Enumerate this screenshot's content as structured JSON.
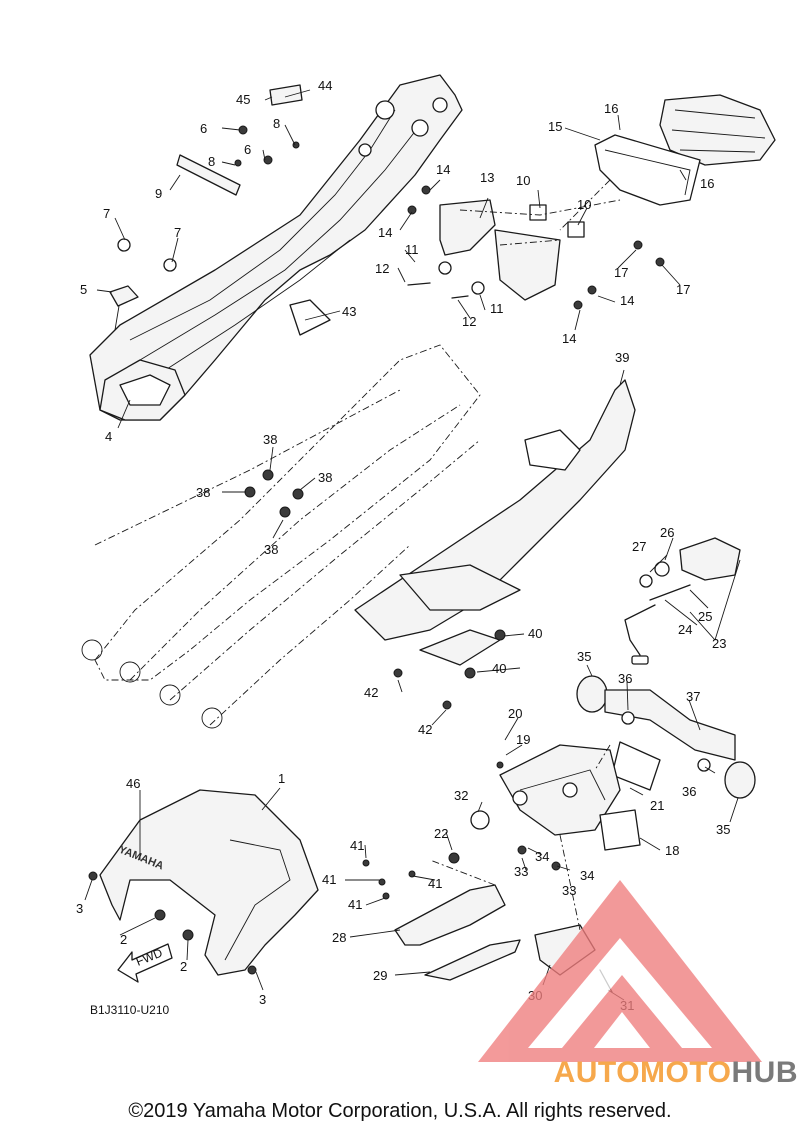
{
  "diagram": {
    "code": "B1J3110-U210",
    "emblem_text": "YAMAHA",
    "fwd_label": "FWD",
    "callouts": [
      {
        "id": "c1",
        "text": "1"
      },
      {
        "id": "c2a",
        "text": "2"
      },
      {
        "id": "c2b",
        "text": "2"
      },
      {
        "id": "c3a",
        "text": "3"
      },
      {
        "id": "c3b",
        "text": "3"
      },
      {
        "id": "c4",
        "text": "4"
      },
      {
        "id": "c5",
        "text": "5"
      },
      {
        "id": "c6a",
        "text": "6"
      },
      {
        "id": "c6b",
        "text": "6"
      },
      {
        "id": "c7a",
        "text": "7"
      },
      {
        "id": "c7b",
        "text": "7"
      },
      {
        "id": "c8a",
        "text": "8"
      },
      {
        "id": "c8b",
        "text": "8"
      },
      {
        "id": "c9",
        "text": "9"
      },
      {
        "id": "c10a",
        "text": "10"
      },
      {
        "id": "c10b",
        "text": "10"
      },
      {
        "id": "c11a",
        "text": "11"
      },
      {
        "id": "c11b",
        "text": "11"
      },
      {
        "id": "c12a",
        "text": "12"
      },
      {
        "id": "c12b",
        "text": "12"
      },
      {
        "id": "c13",
        "text": "13"
      },
      {
        "id": "c14a",
        "text": "14"
      },
      {
        "id": "c14b",
        "text": "14"
      },
      {
        "id": "c14c",
        "text": "14"
      },
      {
        "id": "c14d",
        "text": "14"
      },
      {
        "id": "c15",
        "text": "15"
      },
      {
        "id": "c16a",
        "text": "16"
      },
      {
        "id": "c16b",
        "text": "16"
      },
      {
        "id": "c17a",
        "text": "17"
      },
      {
        "id": "c17b",
        "text": "17"
      },
      {
        "id": "c18",
        "text": "18"
      },
      {
        "id": "c19",
        "text": "19"
      },
      {
        "id": "c20",
        "text": "20"
      },
      {
        "id": "c21",
        "text": "21"
      },
      {
        "id": "c22",
        "text": "22"
      },
      {
        "id": "c23",
        "text": "23"
      },
      {
        "id": "c24",
        "text": "24"
      },
      {
        "id": "c25",
        "text": "25"
      },
      {
        "id": "c26",
        "text": "26"
      },
      {
        "id": "c27",
        "text": "27"
      },
      {
        "id": "c28",
        "text": "28"
      },
      {
        "id": "c29",
        "text": "29"
      },
      {
        "id": "c30",
        "text": "30"
      },
      {
        "id": "c31",
        "text": "31"
      },
      {
        "id": "c32",
        "text": "32"
      },
      {
        "id": "c33a",
        "text": "33"
      },
      {
        "id": "c33b",
        "text": "33"
      },
      {
        "id": "c34a",
        "text": "34"
      },
      {
        "id": "c34b",
        "text": "34"
      },
      {
        "id": "c35a",
        "text": "35"
      },
      {
        "id": "c35b",
        "text": "35"
      },
      {
        "id": "c36a",
        "text": "36"
      },
      {
        "id": "c36b",
        "text": "36"
      },
      {
        "id": "c37",
        "text": "37"
      },
      {
        "id": "c38a",
        "text": "38"
      },
      {
        "id": "c38b",
        "text": "38"
      },
      {
        "id": "c38c",
        "text": "38"
      },
      {
        "id": "c38d",
        "text": "38"
      },
      {
        "id": "c39",
        "text": "39"
      },
      {
        "id": "c40a",
        "text": "40"
      },
      {
        "id": "c40b",
        "text": "40"
      },
      {
        "id": "c41a",
        "text": "41"
      },
      {
        "id": "c41b",
        "text": "41"
      },
      {
        "id": "c41c",
        "text": "41"
      },
      {
        "id": "c41d",
        "text": "41"
      },
      {
        "id": "c42a",
        "text": "42"
      },
      {
        "id": "c42b",
        "text": "42"
      },
      {
        "id": "c43",
        "text": "43"
      },
      {
        "id": "c44",
        "text": "44"
      },
      {
        "id": "c45",
        "text": "45"
      },
      {
        "id": "c46",
        "text": "46"
      }
    ]
  },
  "watermark": {
    "part1": "AUTOMOTO",
    "part2": "HUB",
    "colors": {
      "accent": "#f6a84c",
      "gray": "#7a7a7a",
      "triangle": "#ef7d7d"
    }
  },
  "footer": {
    "copyright": "©2019 Yamaha Motor Corporation, U.S.A. All rights reserved."
  }
}
